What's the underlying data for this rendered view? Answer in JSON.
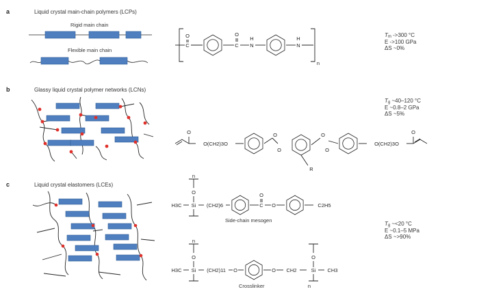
{
  "colors": {
    "mesogen": "#4f7fbf",
    "mesogen_edge": "#2d5a93",
    "crosslink": "#e0302a",
    "line": "#222222"
  },
  "panel_a": {
    "letter": "a",
    "title": "Liquid crystal main-chain polymers (LCPs)",
    "rigid_label": "Rigid main chain",
    "flexible_label": "Flexible main chain",
    "properties": {
      "tm_sym": "T",
      "tm_sub": "m",
      "tm_val": " ->300 °C",
      "e_val": "E ->100 GPa",
      "ds_val": "ΔS ~0%"
    },
    "chem": {
      "o_atom": "O",
      "c_atom": "C",
      "n_atom": "N",
      "h_atom": "H",
      "repeat": "n"
    }
  },
  "panel_b": {
    "letter": "b",
    "title": "Glassy liquid crystal polymer networks (LCNs)",
    "properties": {
      "tg_sym": "T",
      "tg_sub": "g",
      "tg_val": " ~40–120 °C",
      "e_val": "E ~0.8–2 GPa",
      "ds_val": "ΔS ~5%"
    },
    "chem": {
      "spacer1": "O(CH2)3O",
      "spacer2": "O(CH2)3O",
      "o_atom": "O",
      "r_group": "R"
    }
  },
  "panel_c": {
    "letter": "c",
    "title": "Liquid crystal elastomers (LCEs)",
    "side_chain_label": "Side-chain mesogen",
    "crosslinker_label": "Crosslinker",
    "properties": {
      "tg_sym": "T",
      "tg_sub": "g",
      "tg_val": " ~<20 °C",
      "e_val": "E ~0.1–5 MPa",
      "ds_val": "ΔS ~>90%"
    },
    "chem": {
      "h3c": "H3C",
      "si": "Si",
      "ch2_6": "(CH2)6",
      "ch2_11": "(CH2)11",
      "c2h5": "C2H5",
      "ch3": "CH3",
      "o_atom": "O",
      "c_atom": "C",
      "ch2": "CH2",
      "n": "n"
    }
  }
}
